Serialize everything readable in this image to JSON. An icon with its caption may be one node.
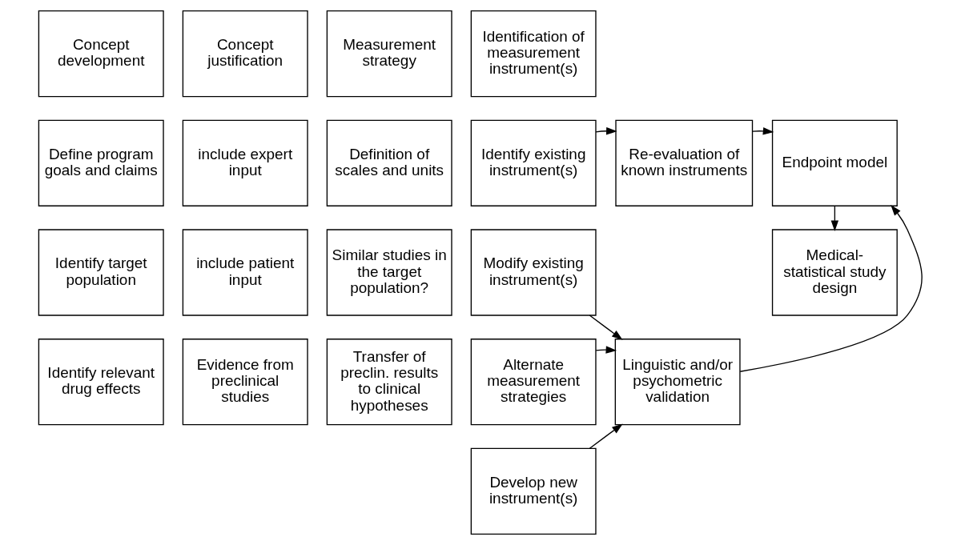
{
  "diagram": {
    "nodes": [
      {
        "text": [
          "Concept development"
        ]
      },
      {
        "text": [
          "Concept justification"
        ]
      },
      {
        "text": [
          "Measurement strategy"
        ]
      },
      {
        "text": [
          "Identification of measurement instrument(s)"
        ]
      },
      {
        "text": [
          "Define program goals and claims"
        ]
      },
      {
        "text": [
          "include expert input"
        ]
      },
      {
        "text": [
          "Definition of scales and units"
        ]
      },
      {
        "text": [
          "Identify existing instrument(s)"
        ]
      },
      {
        "text": [
          "Re-evaluation of known instruments"
        ]
      },
      {
        "text": [
          "Endpoint model"
        ]
      },
      {
        "text": [
          "Identify target population"
        ]
      },
      {
        "text": [
          "include patient input"
        ]
      },
      {
        "text": [
          "Similar studies in the target population?"
        ]
      },
      {
        "text": [
          "Modify existing instrument(s)"
        ]
      },
      {
        "text": [
          "Medical-statistical study design"
        ]
      },
      {
        "text": [
          "Identify relevant drug effects"
        ]
      },
      {
        "text": [
          "Evidence from preclinical studies"
        ]
      },
      {
        "text": [
          "Transfer of preclin. results to clinical hypotheses"
        ]
      },
      {
        "text": [
          "Alternate measurement strategies"
        ]
      },
      {
        "text": [
          "Linguistic and/or psychometric validation"
        ]
      },
      {
        "text": [
          "Develop new instrument(s)"
        ]
      }
    ],
    "edges": [
      {
        "from": 7,
        "to": 8,
        "arrow": "to"
      },
      {
        "from": 8,
        "to": 9,
        "arrow": "to"
      },
      {
        "from": 9,
        "to": 14,
        "arrow": "to"
      },
      {
        "from": 13,
        "to": 19,
        "arrow": "to"
      },
      {
        "from": 18,
        "to": 19,
        "arrow": "to"
      },
      {
        "from": 20,
        "to": 19,
        "arrow": "to"
      },
      {
        "from": 19,
        "to": 9,
        "arrow": "to"
      }
    ]
  }
}
